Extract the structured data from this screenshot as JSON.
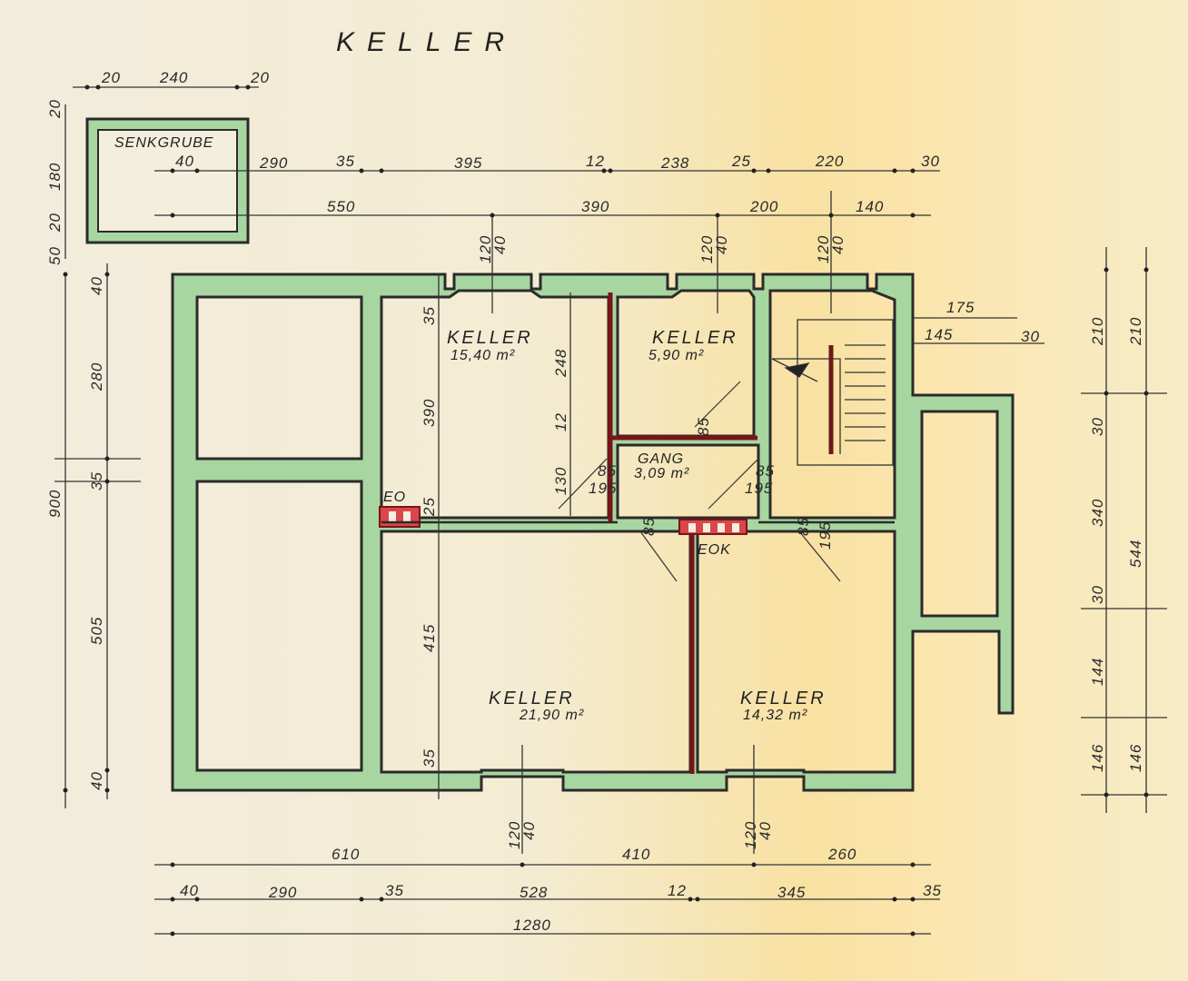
{
  "title": "KELLER",
  "senkgrube": "SENKGRUBE",
  "rooms": {
    "r1": {
      "name": "KELLER",
      "area": "15,40 m²"
    },
    "r2": {
      "name": "KELLER",
      "area": "5,90 m²"
    },
    "gang": {
      "name": "GANG",
      "area": "3,09 m²"
    },
    "r3": {
      "name": "KELLER",
      "area": "21,90 m²"
    },
    "r4": {
      "name": "KELLER",
      "area": "14,32 m²"
    }
  },
  "labels": {
    "eo": "EO",
    "eok": "EOK"
  },
  "dims": {
    "top1": [
      "20",
      "240",
      "20"
    ],
    "top2": [
      "40",
      "290",
      "35",
      "395",
      "12",
      "238",
      "25",
      "220",
      "30"
    ],
    "top3": [
      "550",
      "390",
      "200",
      "140"
    ],
    "left_sg": [
      "20",
      "180",
      "20",
      "50"
    ],
    "left_total": "900",
    "left": [
      "40",
      "280",
      "35",
      "505",
      "40"
    ],
    "windows": [
      "120",
      "40"
    ],
    "interior": [
      "35",
      "390",
      "248",
      "12",
      "130",
      "25",
      "415",
      "35"
    ],
    "doors": [
      "85",
      "195",
      "85",
      "195",
      "85",
      "195",
      "85",
      "195"
    ],
    "stair": [
      "175",
      "145",
      "30"
    ],
    "right1": [
      "210",
      "30",
      "340",
      "30",
      "144",
      "146"
    ],
    "right2": [
      "210",
      "544",
      "146"
    ],
    "bottom1": [
      "610",
      "410",
      "260"
    ],
    "bottom2": [
      "40",
      "290",
      "35",
      "528",
      "12",
      "345",
      "35"
    ],
    "bottom3": "1280"
  }
}
